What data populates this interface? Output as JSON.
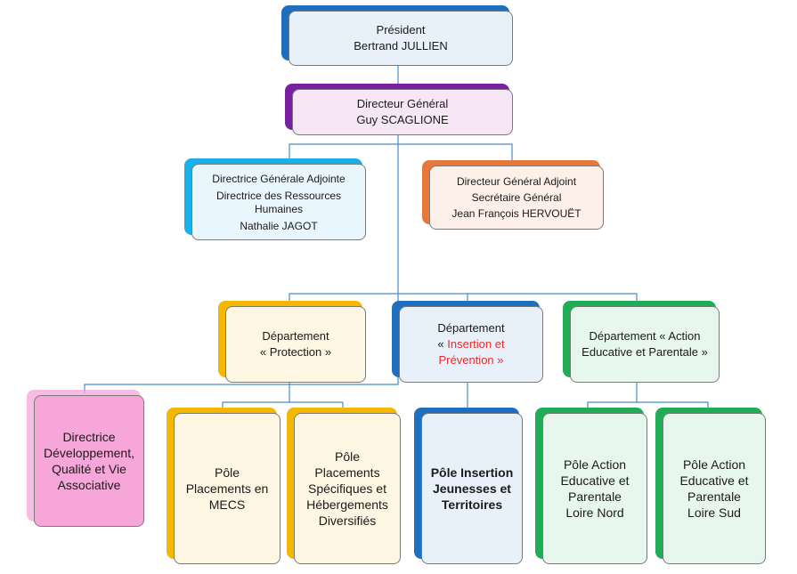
{
  "colors": {
    "connector": "#4a8cc9",
    "blue_dark": "#1f6fc0",
    "blue_light": "#e8f1fa",
    "purple": "#7a1fa2",
    "pink_light": "#f7e6f6",
    "cyan": "#1ab0ea",
    "cyan_light": "#eaf6fd",
    "orange": "#e8773a",
    "orange_light": "#fdf0e8",
    "yellow": "#f5b800",
    "yellow_light": "#fdf6e3",
    "green": "#1fae55",
    "green_light": "#e8f7ee",
    "pink_strong": "#f5a6d8",
    "pink_fill": "#f7a6d9",
    "red_text": "#e03030"
  },
  "nodes": {
    "president": {
      "line1": "Président",
      "line2": "Bertrand JULLIEN"
    },
    "dg": {
      "line1": "Directeur Général",
      "line2": "Guy SCAGLIONE"
    },
    "dga_rh": {
      "line1": "Directrice Générale Adjointe",
      "line2a": "Directrice des Ressources",
      "line2b": "Humaines",
      "line3": "Nathalie JAGOT"
    },
    "dga_sg": {
      "line1": "Directeur Général Adjoint",
      "line2": "Secrétaire Général",
      "line3": "Jean François HERVOUËT"
    },
    "dept_protection": {
      "line1": "Département",
      "line2": "« Protection »"
    },
    "dept_insertion": {
      "line1": "Département",
      "line2a": "« ",
      "line2b": "Insertion et",
      "line3": "Prévention »"
    },
    "dept_action": {
      "line1": "Département « Action",
      "line2": "Educative et Parentale »"
    },
    "directrice_dev": {
      "line1": "Directrice",
      "line2": "Développement,",
      "line3": "Qualité et Vie",
      "line4": "Associative"
    },
    "pole_mecs": {
      "line1": "Pôle",
      "line2": "Placements en",
      "line3": "MECS"
    },
    "pole_specifiques": {
      "line1": "Pôle",
      "line2": "Placements",
      "line3": "Spécifiques et",
      "line4": "Hébergements",
      "line5": "Diversifiés"
    },
    "pole_insertion": {
      "line1": "Pôle Insertion",
      "line2": "Jeunesses et",
      "line3": "Territoires"
    },
    "pole_nord": {
      "line1": "Pôle Action",
      "line2": "Educative et",
      "line3": "Parentale",
      "line4": "Loire Nord"
    },
    "pole_sud": {
      "line1": "Pôle Action",
      "line2": "Educative et",
      "line3": "Parentale",
      "line4": "Loire Sud"
    }
  }
}
